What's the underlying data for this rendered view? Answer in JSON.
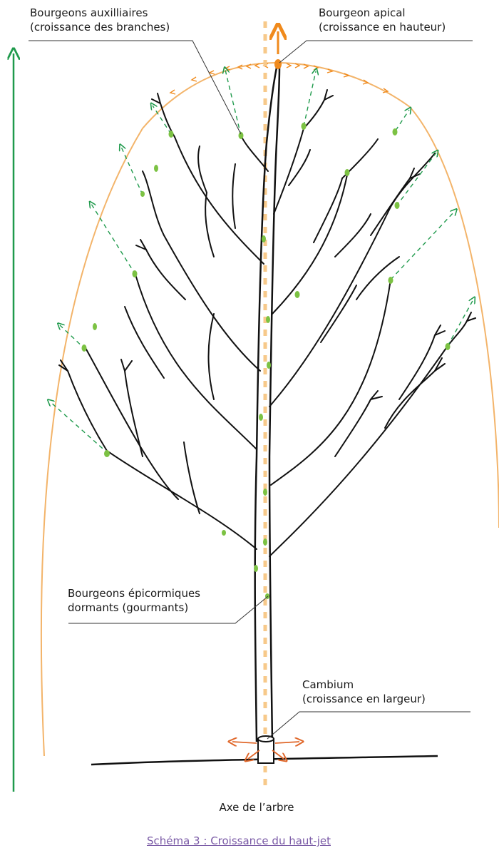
{
  "labels": {
    "auxiliary_buds": [
      "Bourgeons auxilliaires",
      "(croissance des branches)"
    ],
    "apical_bud": [
      "Bourgeon apical",
      "(croissance en hauteur)"
    ],
    "epicormic_buds": [
      "Bourgeons épicormiques",
      "dormants (gourmants)"
    ],
    "cambium": [
      "Cambium",
      "(croissance en largeur)"
    ],
    "axis": "Axe de l’arbre"
  },
  "caption": "Schéma 3 : Croissance du haut-jet",
  "colors": {
    "trunk": "#111111",
    "bud_green": "#7cc243",
    "arrow_green": "#1f9a4c",
    "crown_outline": "#f3b46a",
    "axis_orange": "#f7c98a",
    "apical_orange": "#f08a1c",
    "cambium_arrow": "#e0672a",
    "caption": "#7a5aa6"
  }
}
